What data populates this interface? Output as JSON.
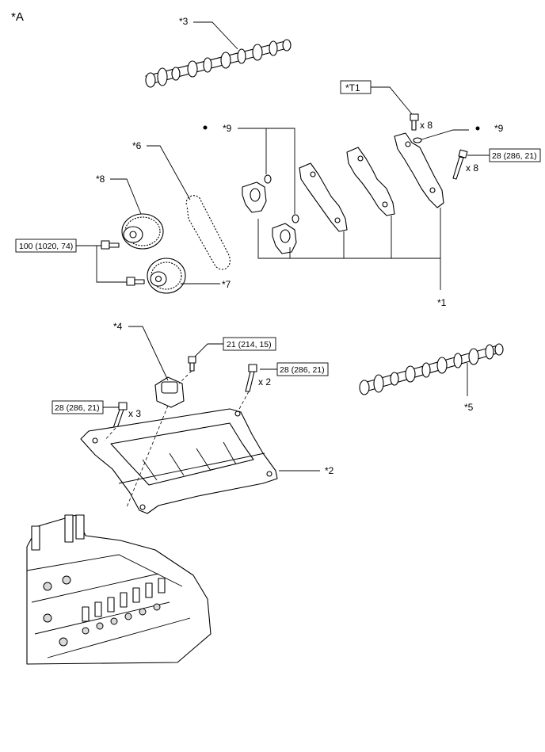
{
  "view_label": "*A",
  "callouts": {
    "c1": "*1",
    "c2": "*2",
    "c3": "*3",
    "c4": "*4",
    "c5": "*5",
    "c6": "*6",
    "c7": "*7",
    "c8": "*8",
    "c9a": "*9",
    "c9b": "*9",
    "t1": "*T1"
  },
  "torques": {
    "sprocket_bolt": "100 (1020, 74)",
    "cam_cap_bolt": "28 (286, 21)",
    "tensioner_bolt": "21 (214, 15)",
    "housing_bolt_pair": "28 (286, 21)",
    "housing_bolt_trio": "28 (286, 21)"
  },
  "quantities": {
    "t1_qty": "x 8",
    "cap_qty": "x 8",
    "pair_qty": "x 2",
    "trio_qty": "x 3"
  },
  "colors": {
    "line": "#000000",
    "background": "#ffffff",
    "shade": "#d9d9d9"
  }
}
